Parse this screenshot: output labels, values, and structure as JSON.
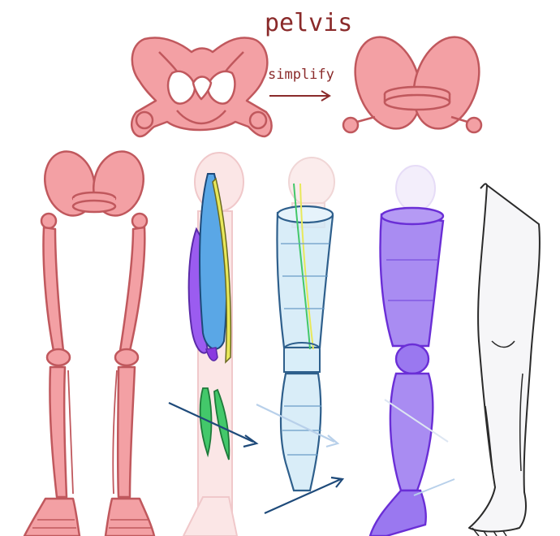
{
  "labels": {
    "title": "pelvis",
    "arrow": "simplify"
  },
  "colors": {
    "bone_fill": "#f3a0a4",
    "bone_stroke": "#c0585d",
    "ink_red": "#8a2a2a",
    "muscle_blue": "#5aa7e6",
    "muscle_purple": "#9b5cf0",
    "muscle_green": "#43c86a",
    "muscle_yellow": "#e8e85a",
    "form_blue": "#2e5f8c",
    "form_fill": "#cfe8f6",
    "volume_purple": "#9a78f0",
    "volume_stroke": "#6a2ed6",
    "skin_stroke": "#2a2a2a",
    "arrow_navy": "#1e4a7a",
    "arrow_pale": "#b8d0ea"
  },
  "panels": [
    {
      "name": "pelvis-detailed"
    },
    {
      "name": "pelvis-simplified"
    },
    {
      "name": "skeleton-legs"
    },
    {
      "name": "muscle-leg"
    },
    {
      "name": "form-leg"
    },
    {
      "name": "volume-leg"
    },
    {
      "name": "finished-leg"
    }
  ],
  "icons": [
    "arrow-right-icon"
  ]
}
